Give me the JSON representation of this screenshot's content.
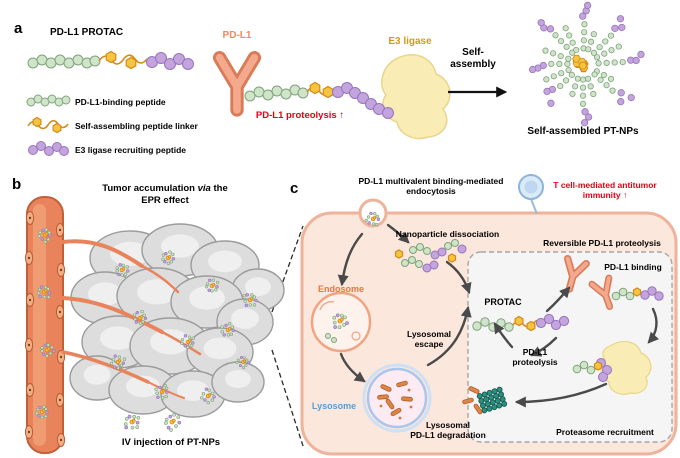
{
  "palette": {
    "green_fill": "#cfe4c9",
    "green_stroke": "#7fa37b",
    "purple_fill": "#c3a4dc",
    "purple_stroke": "#9674bd",
    "linker_fill": "#f6c53f",
    "linker_stroke": "#d4891c",
    "salmon": "#f4a98d",
    "salmon_dark": "#d97b58",
    "yellow_blob": "#f9ecb4",
    "yellow_blob_stroke": "#e9d58b",
    "red_text": "#e60012",
    "pdl1_text": "#f08a60",
    "e3_text": "#d29b13",
    "endosome_text": "#e8783c",
    "lysosome_text": "#5b9bd5",
    "vessel_fill": "#e8835c",
    "vessel_stroke": "#c05f38",
    "tumor_fill": "#dddddd",
    "tumor_stroke": "#9b9b9b",
    "cell_fill": "#fbe7db",
    "cell_stroke": "#efb29b",
    "proteasome_fill": "#2f9082",
    "arrow": "#4a4a4a"
  },
  "panel_a": {
    "label": "a",
    "protac_title": "PD-L1 PROTAC",
    "legend": [
      "PD-L1-binding peptide",
      "Self-assembling peptide linker",
      "E3 ligase recruiting peptide"
    ],
    "pdl1": "PD-L1",
    "e3_ligase": "E3 ligase",
    "proteolysis": "PD-L1 proteolysis ↑",
    "self_assembly": "Self-assembly",
    "ptnps": "Self-assembled PT-NPs"
  },
  "panel_b": {
    "label": "b",
    "title_pre": "Tumor accumulation ",
    "title_italic": "via",
    "title_post": " the EPR effect",
    "iv_injection": "IV injection of PT-NPs"
  },
  "panel_c": {
    "label": "c",
    "endocytosis": "PD-L1 multivalent binding-mediated endocytosis",
    "tcell": "T cell-mediated antitumor immunity ↑",
    "dissociation": "Nanoparticle dissociation",
    "reversible": "Reversible PD-L1 proteolysis",
    "endosome": "Endosome",
    "lysosomal_escape": "Lysosomal escape",
    "protac": "PROTAC",
    "pdl1_binding": "PD-L1 binding",
    "pdl1_proteolysis": "PD-L1 proteolysis",
    "lysosome": "Lysosome",
    "lysosomal_degradation_1": "Lysosomal",
    "lysosomal_degradation_2": "PD-L1 degradation",
    "proteasome": "Proteasome recruitment"
  }
}
